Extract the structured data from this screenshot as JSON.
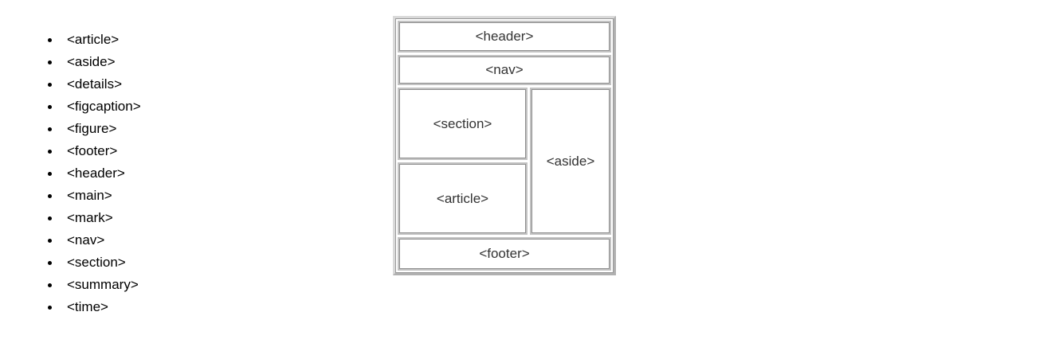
{
  "tag_list": {
    "items": [
      "<article>",
      "<aside>",
      "<details>",
      "<figcaption>",
      "<figure>",
      "<footer>",
      "<header>",
      "<main>",
      "<mark>",
      "<nav>",
      "<section>",
      "<summary>",
      "<time>"
    ]
  },
  "diagram": {
    "header_label": "<header>",
    "nav_label": "<nav>",
    "section_label": "<section>",
    "article_label": "<article>",
    "aside_label": "<aside>",
    "footer_label": "<footer>"
  },
  "colors": {
    "box_border": "#c2c2c2",
    "box_outline": "#8f8f8f",
    "box_text": "#333333",
    "list_text": "#000000",
    "background": "#ffffff"
  }
}
